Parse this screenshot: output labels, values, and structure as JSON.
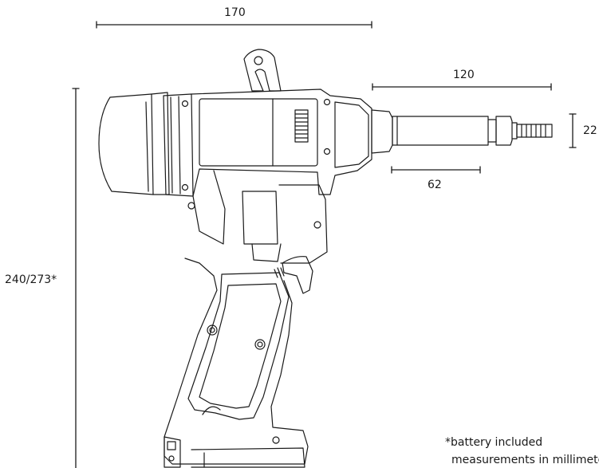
{
  "dimensions": {
    "overall_length": "170",
    "nose_length": "120",
    "nose_diameter": "22",
    "nose_inner_length": "62",
    "overall_height": "240/273*"
  },
  "notes": {
    "battery": "*battery included",
    "units": "measurements in millimeters"
  },
  "colors": {
    "line": "#1a1a1a",
    "background": "#ffffff"
  }
}
